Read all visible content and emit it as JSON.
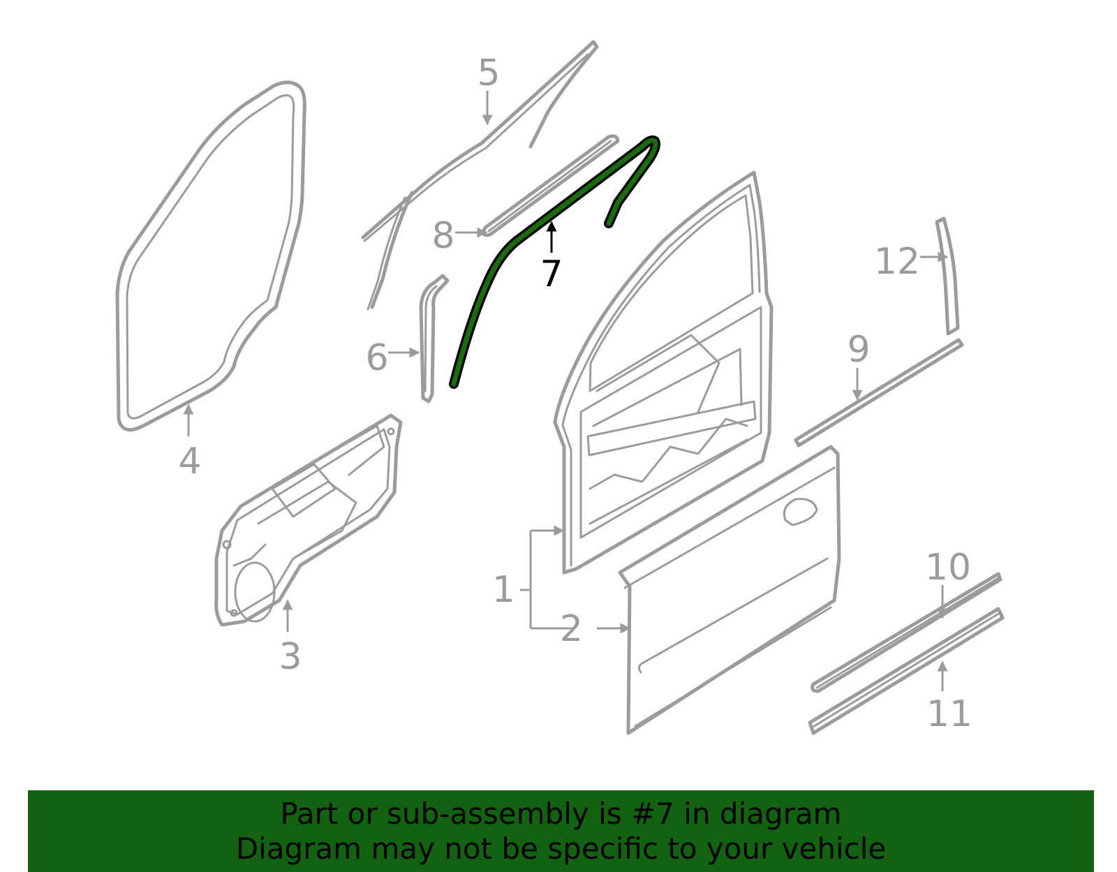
{
  "colors": {
    "line_gray": "#9b9b9b",
    "highlight_fill": "#1d6b10",
    "highlight_outline": "#000000",
    "banner_bg": "#136212",
    "banner_text": "#000000",
    "active_label": "#000000"
  },
  "callouts": [
    {
      "number": "1",
      "part": 1,
      "highlighted": false
    },
    {
      "number": "2",
      "part": 2,
      "highlighted": false
    },
    {
      "number": "3",
      "part": 3,
      "highlighted": false
    },
    {
      "number": "4",
      "part": 4,
      "highlighted": false
    },
    {
      "number": "5",
      "part": 5,
      "highlighted": false
    },
    {
      "number": "6",
      "part": 6,
      "highlighted": false
    },
    {
      "number": "7",
      "part": 7,
      "highlighted": true
    },
    {
      "number": "8",
      "part": 8,
      "highlighted": false
    },
    {
      "number": "9",
      "part": 9,
      "highlighted": false
    },
    {
      "number": "10",
      "part": 10,
      "highlighted": false
    },
    {
      "number": "11",
      "part": 11,
      "highlighted": false
    },
    {
      "number": "12",
      "part": 12,
      "highlighted": false
    }
  ],
  "banner": {
    "line1": "Part or sub-assembly is #7 in diagram",
    "line2": "Diagram may not be specific to your vehicle"
  }
}
